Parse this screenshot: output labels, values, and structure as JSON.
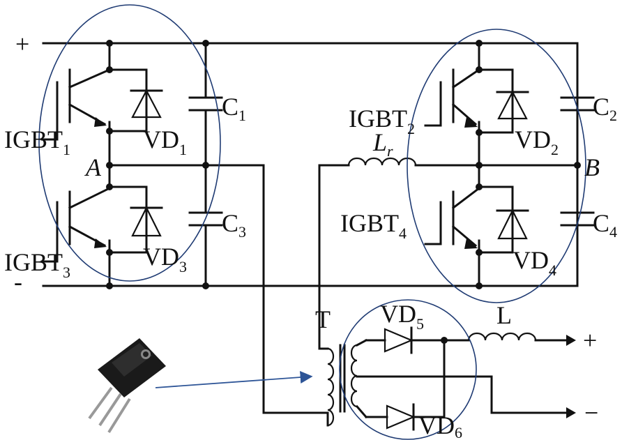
{
  "terminals": {
    "dc_plus": "+",
    "dc_minus": "-",
    "out_plus": "+",
    "out_minus": "−"
  },
  "nodes": {
    "a": "A",
    "b": "B"
  },
  "igbts": {
    "igbt1": {
      "main": "IGBT",
      "sub": "1"
    },
    "igbt2": {
      "main": "IGBT",
      "sub": "2"
    },
    "igbt3": {
      "main": "IGBT",
      "sub": "3"
    },
    "igbt4": {
      "main": "IGBT",
      "sub": "4"
    }
  },
  "diodes": {
    "vd1": {
      "main": "VD",
      "sub": "1"
    },
    "vd2": {
      "main": "VD",
      "sub": "2"
    },
    "vd3": {
      "main": "VD",
      "sub": "3"
    },
    "vd4": {
      "main": "VD",
      "sub": "4"
    },
    "vd5": {
      "main": "VD",
      "sub": "5"
    },
    "vd6": {
      "main": "VD",
      "sub": "6"
    }
  },
  "capacitors": {
    "c1": {
      "main": "C",
      "sub": "1"
    },
    "c2": {
      "main": "C",
      "sub": "2"
    },
    "c3": {
      "main": "C",
      "sub": "3"
    },
    "c4": {
      "main": "C",
      "sub": "4"
    }
  },
  "inductors": {
    "lr": {
      "main": "L",
      "sub": "r"
    },
    "l": {
      "main": "L"
    }
  },
  "transformer": {
    "label": "T"
  },
  "colors": {
    "wire": "#111111",
    "highlight_oval": "#1f3b73",
    "pointer_arrow": "#2e5597",
    "component_photo": "#1a1a1a"
  }
}
